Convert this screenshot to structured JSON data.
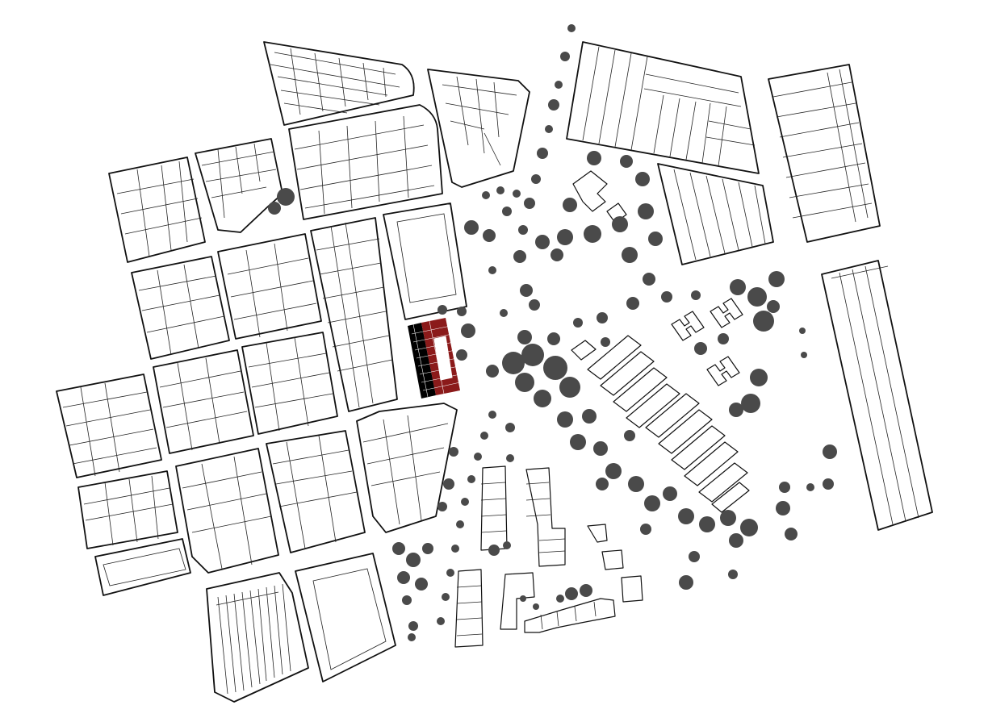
{
  "map": {
    "type": "site-plan",
    "colors": {
      "background": "#ffffff",
      "outline": "#111111",
      "vegetation": "#4a4a4a",
      "highlight_dark": "#000000",
      "highlight_red": "#8b1a1a"
    },
    "layers": [
      "city-blocks",
      "parcels",
      "buildings",
      "vegetation",
      "highlighted-site"
    ],
    "highlighted_site": {
      "description_visible": false,
      "cell_colors": [
        "black",
        "dark-red"
      ]
    }
  }
}
